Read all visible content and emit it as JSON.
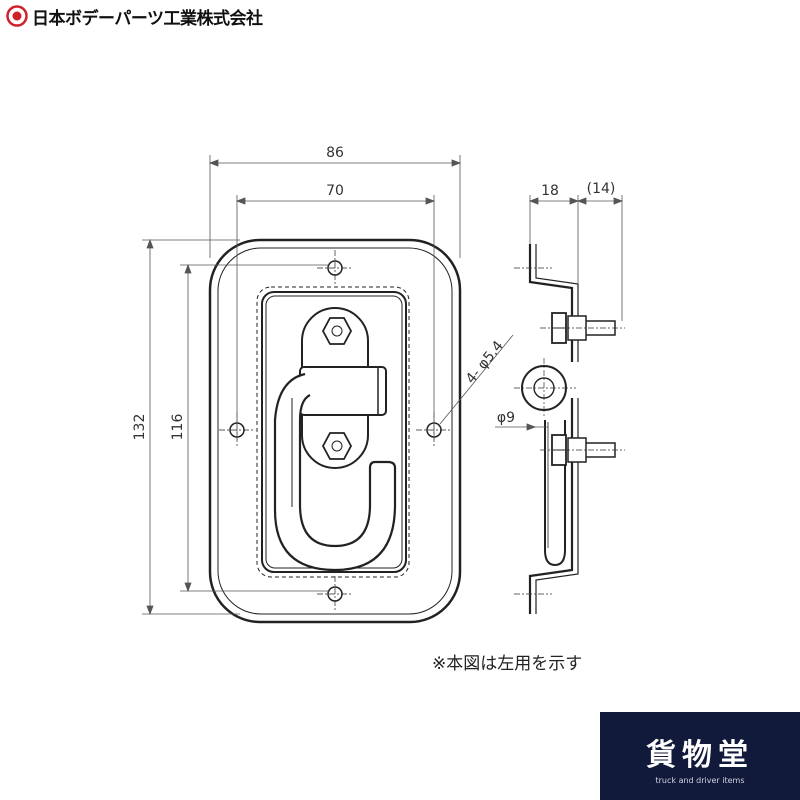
{
  "brand": {
    "company_name": "日本ボデーパーツ工業株式会社",
    "mark_color": "#d0202a"
  },
  "dimensions": {
    "overall_width": "86",
    "hole_spacing_width": "70",
    "overall_height": "132",
    "hole_spacing_height": "116",
    "hole_callout": "4- φ5.4",
    "side_depth": "18",
    "side_projection": "(14)",
    "pin_diameter": "φ9"
  },
  "note": "※本図は左用を示す",
  "shop_logo": {
    "name": "貨物堂",
    "tagline": "truck and driver items",
    "background": "#111a3a"
  }
}
